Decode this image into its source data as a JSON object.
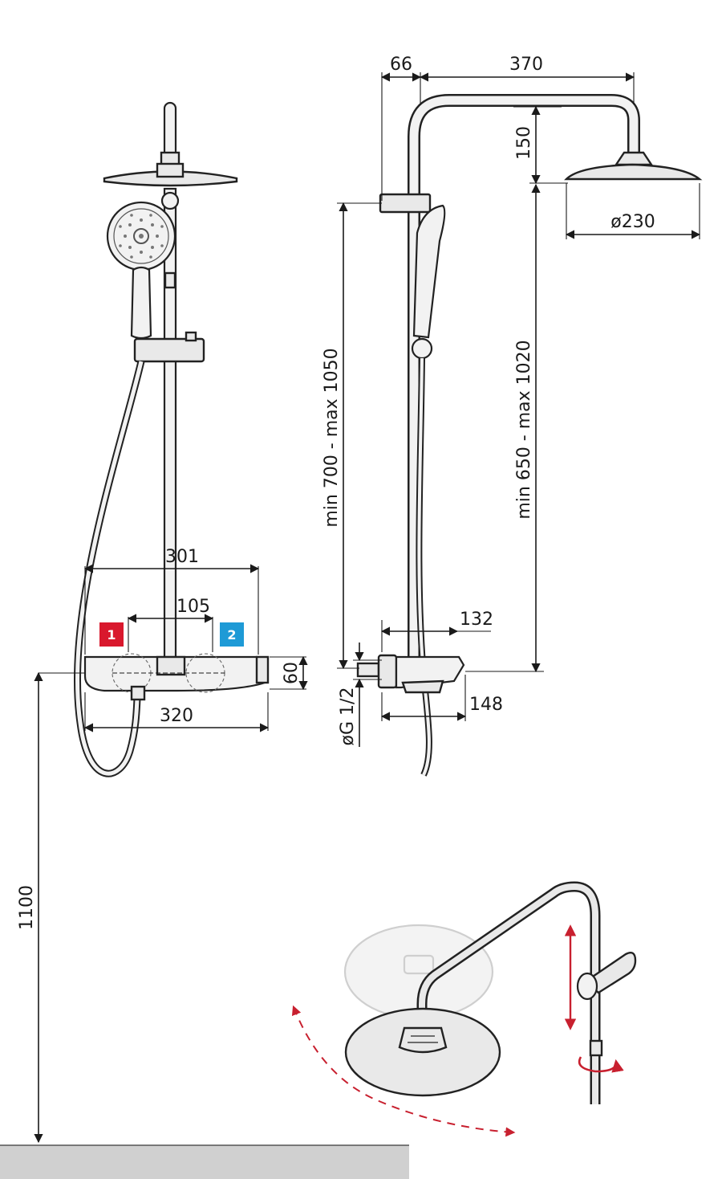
{
  "dimensions": {
    "front_width_301": "301",
    "front_spacing_105": "105",
    "front_width_320": "320",
    "front_height_60": "60",
    "mount_height_1100": "1100",
    "side_offset_66": "66",
    "side_arm_370": "370",
    "side_drop_150": "150",
    "side_head_diameter": "ø230",
    "side_range_bar": "min 700 - max 1050",
    "side_range_head": "min 650 - max 1020",
    "side_depth_132": "132",
    "side_depth_148": "148",
    "side_thread": "øG 1/2"
  },
  "badges": {
    "hot": {
      "label": "1",
      "color": "#d9182d"
    },
    "cold": {
      "label": "2",
      "color": "#1e9ad6"
    }
  },
  "colors": {
    "outline": "#1a1a1a",
    "adjust_arrow": "#c8202f",
    "floor": "#d0d0d0"
  }
}
